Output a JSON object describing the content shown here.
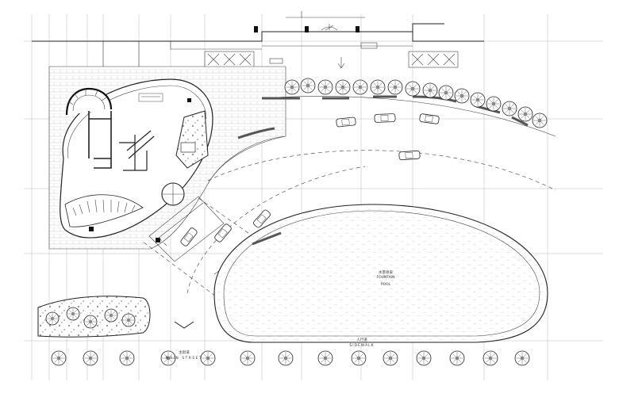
{
  "labels": {
    "fountain_cn": "水景喷泉",
    "fountain_en": "FOUNTAIN",
    "fountain_en2": "POOL",
    "sidewalk_cn": "人行道",
    "sidewalk_en": "SIDEWALK",
    "main_street_cn": "主街道",
    "main_street_en": "MAIN STREET"
  },
  "colors": {
    "line": "#222222",
    "grid": "#b8b8b8",
    "bar": "#555555",
    "paper": "#ffffff"
  },
  "icons": {
    "tree": "tree-icon",
    "car": "car-icon",
    "north": "entry-arrow-icon"
  }
}
